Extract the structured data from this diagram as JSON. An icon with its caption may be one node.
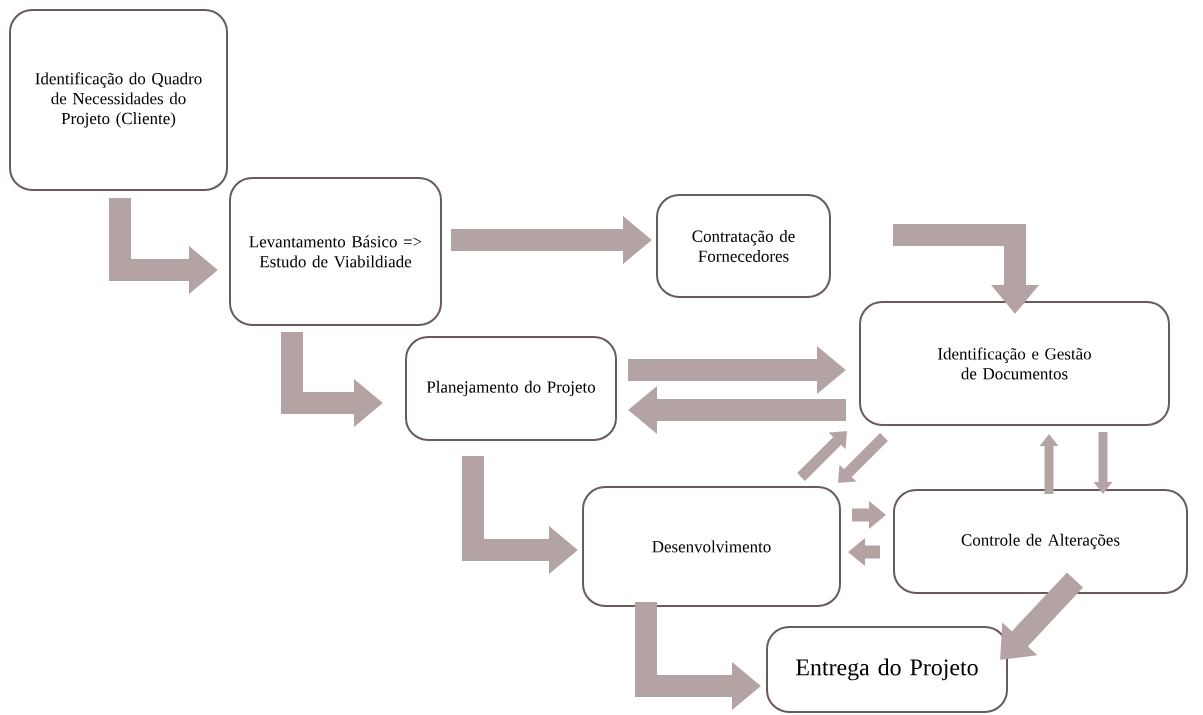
{
  "diagram": {
    "nodes": [
      {
        "text": [
          "Identificação do Quadro de Necessidades do Projeto (Cliente)"
        ]
      },
      {
        "text": [
          "Levantamento Básico => Estudo de Viabildiade"
        ]
      },
      {
        "text": [
          "Contratação de Fornecedores"
        ]
      },
      {
        "text": [
          "Planejamento do Projeto"
        ]
      },
      {
        "text": [
          "Identificação e Gestão de Documentos"
        ]
      },
      {
        "text": [
          "Desenvolvimento"
        ]
      },
      {
        "text": [
          "Controle de Alterações"
        ]
      },
      {
        "text": [
          "Entrega do Projeto"
        ]
      }
    ],
    "edges": [
      {
        "from": 0,
        "to": 1,
        "arrow": "to"
      },
      {
        "from": 1,
        "to": 2,
        "arrow": "to"
      },
      {
        "from": 2,
        "to": 4,
        "arrow": "to"
      },
      {
        "from": 1,
        "to": 3,
        "arrow": "to"
      },
      {
        "from": 3,
        "to": 4,
        "arrow": "to"
      },
      {
        "from": 4,
        "to": 3,
        "arrow": "to"
      },
      {
        "from": 4,
        "to": 5,
        "arrow": "to"
      },
      {
        "from": 5,
        "to": 4,
        "arrow": "to"
      },
      {
        "from": 5,
        "to": 6,
        "arrow": "to"
      },
      {
        "from": 6,
        "to": 5,
        "arrow": "to"
      },
      {
        "from": 6,
        "to": 4,
        "arrow": "to"
      },
      {
        "from": 4,
        "to": 6,
        "arrow": "to"
      },
      {
        "from": 3,
        "to": 5,
        "arrow": "to"
      },
      {
        "from": 5,
        "to": 7,
        "arrow": "to"
      },
      {
        "from": 6,
        "to": 7,
        "arrow": "to"
      }
    ]
  }
}
